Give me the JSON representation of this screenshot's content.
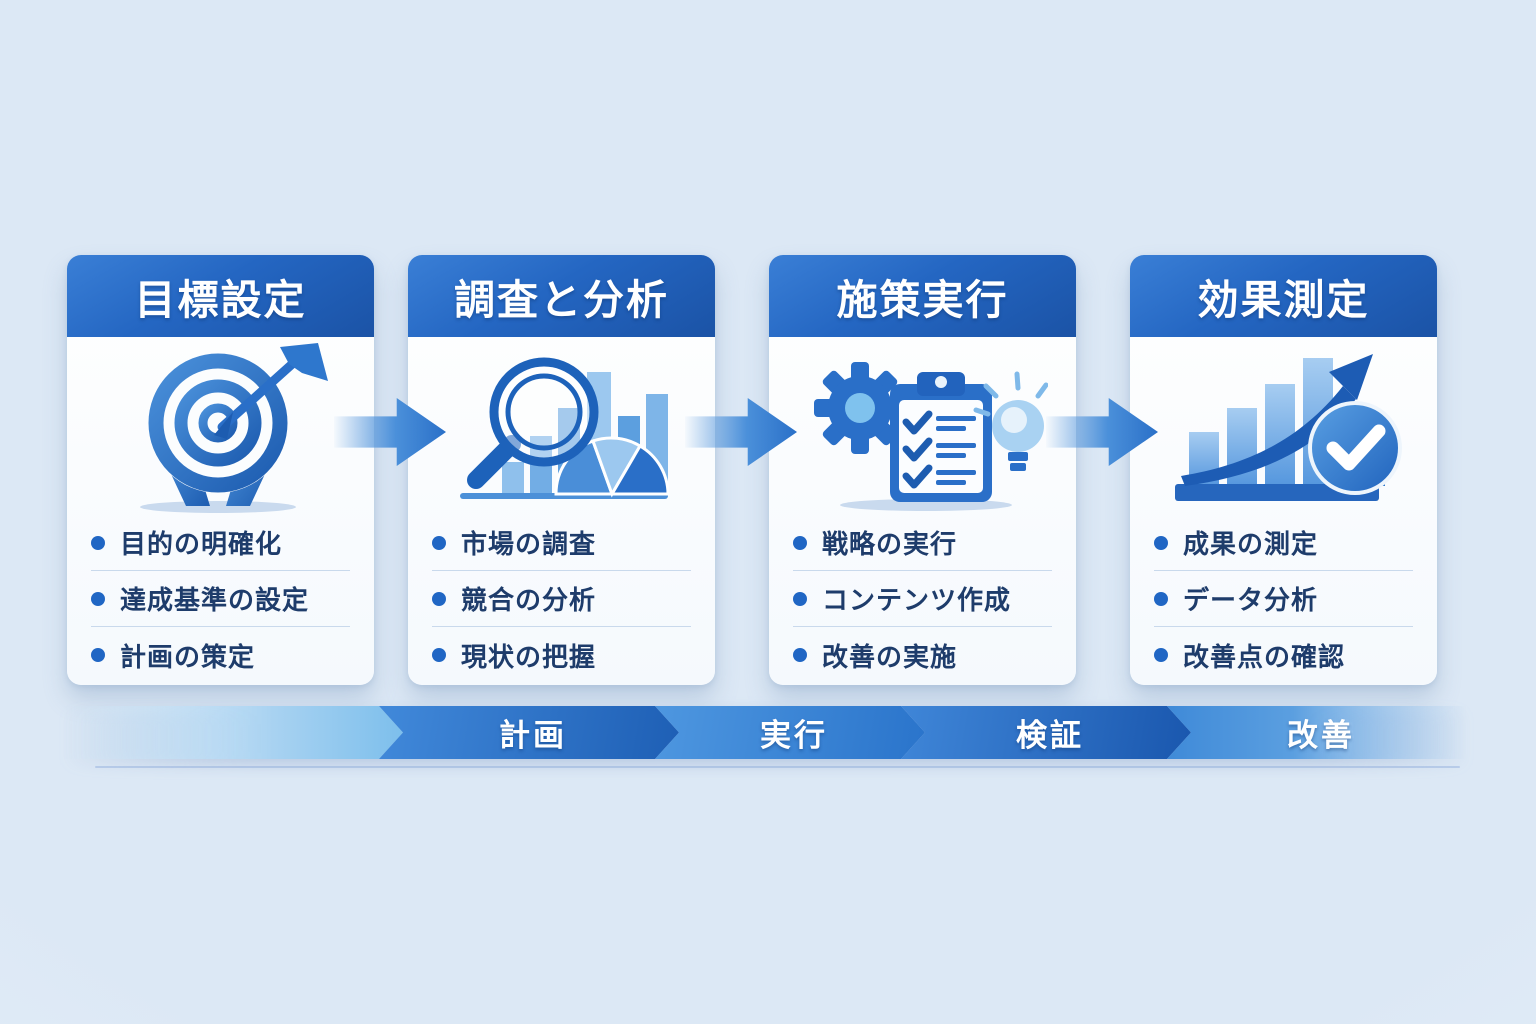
{
  "diagram": {
    "type": "process-flow-infographic",
    "language": "ja",
    "description": "4-step marketing process with PDCA chevron timeline"
  },
  "cards": [
    {
      "title": "目標設定",
      "icon": "target-icon",
      "bullets": [
        "目的の明確化",
        "達成基準の設定",
        "計画の策定"
      ]
    },
    {
      "title": "調査と分析",
      "icon": "magnifier-chart-icon",
      "bullets": [
        "市場の調査",
        "競合の分析",
        "現状の把握"
      ]
    },
    {
      "title": "施策実行",
      "icon": "gear-checklist-bulb-icon",
      "bullets": [
        "戦略の実行",
        "コンテンツ作成",
        "改善の実施"
      ]
    },
    {
      "title": "効果測定",
      "icon": "growth-chart-check-icon",
      "bullets": [
        "成果の測定",
        "データ分析",
        "改善点の確認"
      ]
    }
  ],
  "timeline": {
    "segments": [
      {
        "label": "",
        "name": "lead-in"
      },
      {
        "label": "計画",
        "name": "plan"
      },
      {
        "label": "実行",
        "name": "do"
      },
      {
        "label": "検証",
        "name": "check"
      },
      {
        "label": "改善",
        "name": "act"
      }
    ]
  },
  "colors": {
    "background": "#dde9f5",
    "header_gradient_start": "#3a7fd6",
    "header_gradient_end": "#1b53a6",
    "card_background": "#fcfdff",
    "title_text": "#ffffff",
    "bullet_text": "#1e3c6b",
    "bullet_dot": "#2066c4",
    "divider": "#c9d9ec",
    "arrow_blue": "#2e77cd",
    "timeline_dark": "#1d61b8",
    "timeline_medium": "#4a90d9",
    "timeline_light": "#8ec5ee"
  }
}
